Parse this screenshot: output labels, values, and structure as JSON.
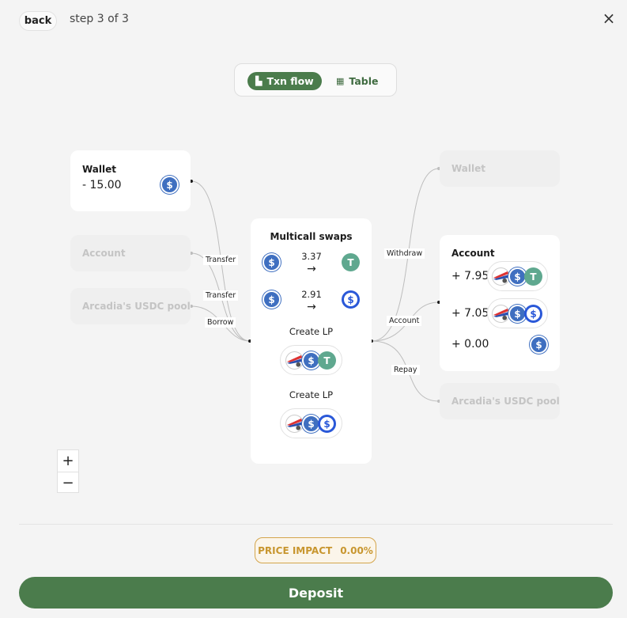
{
  "header": {
    "back_label": "back",
    "step_label": "step 3 of 3",
    "close_icon": "×"
  },
  "view_toggle": {
    "flow_label": "Txn flow",
    "table_label": "Table"
  },
  "left": {
    "wallet": {
      "title": "Wallet",
      "amount": "- 15.00"
    },
    "account_label": "Account",
    "pool_label": "Arcadia's USDC pool"
  },
  "edges_left": {
    "transfer1": "Transfer",
    "transfer2": "Transfer",
    "borrow": "Borrow"
  },
  "center": {
    "title": "Multicall swaps",
    "swap1_value": "3.37",
    "swap2_value": "2.91",
    "arrow": "→",
    "lp1_label": "Create LP",
    "lp2_label": "Create LP"
  },
  "edges_right": {
    "withdraw": "Withdraw",
    "account": "Account",
    "repay": "Repay"
  },
  "right": {
    "wallet_label": "Wallet",
    "account": {
      "title": "Account",
      "amount1": "+ 7.95",
      "amount2": "+ 7.05",
      "amount3": "+ 0.00"
    },
    "pool_label": "Arcadia's USDC pool"
  },
  "zoom": {
    "in": "+",
    "out": "−"
  },
  "price_impact": {
    "label": "PRICE IMPACT",
    "value": "0.00%"
  },
  "deposit_label": "Deposit",
  "icons": {
    "usdc": "$",
    "usdt": "T"
  },
  "colors": {
    "accent": "#4b7c4c",
    "usdc": "#3f6fc0",
    "usdt": "#5fa88f",
    "warning": "#c8962f"
  }
}
